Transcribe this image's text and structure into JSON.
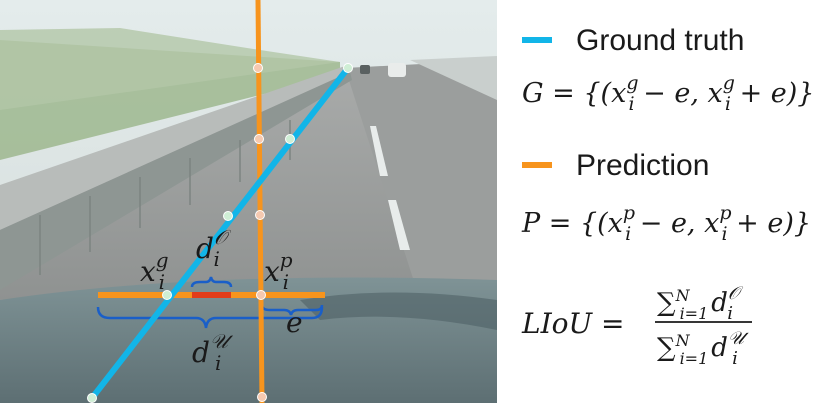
{
  "colors": {
    "ground_truth": "#12b5e8",
    "prediction": "#f7941d",
    "overlap": "#e23c1a",
    "bracket": "#1a5fc8",
    "text": "#1a1a1a"
  },
  "image": {
    "description_icon": "road-scene-photo"
  },
  "photo_labels": {
    "xg_base": "x",
    "xg_sub": "i",
    "xg_sup": "g",
    "do_base": "d",
    "do_sub": "i",
    "do_sup": "𝒪",
    "xp_base": "x",
    "xp_sub": "i",
    "xp_sup": "p",
    "du_base": "d",
    "du_sub": "i",
    "du_sup": "𝒰",
    "e": "e"
  },
  "legend": {
    "ground_truth_label": "Ground truth",
    "prediction_label": "Prediction"
  },
  "formulas": {
    "G": {
      "lhs": "G = {(",
      "x": "x",
      "sub": "i",
      "sup": "g",
      "minus": " − e, ",
      "x2": "x",
      "sub2": "i",
      "sup2": "g",
      "plus": " + e)}"
    },
    "P": {
      "lhs": "P = {(",
      "x": "x",
      "sub": "i",
      "sup": "p",
      "minus": " − e, ",
      "x2": "x",
      "sub2": "i",
      "sup2": "p",
      "plus": " + e)}"
    },
    "LIoU": {
      "lhs": "LIoU =",
      "sum": "∑",
      "sum_sub": "i=1",
      "sum_sup": "N",
      "num_d": "d",
      "num_sub": "i",
      "num_sup": "𝒪",
      "den_d": "d",
      "den_sub": "i",
      "den_sup": "𝒰"
    }
  }
}
